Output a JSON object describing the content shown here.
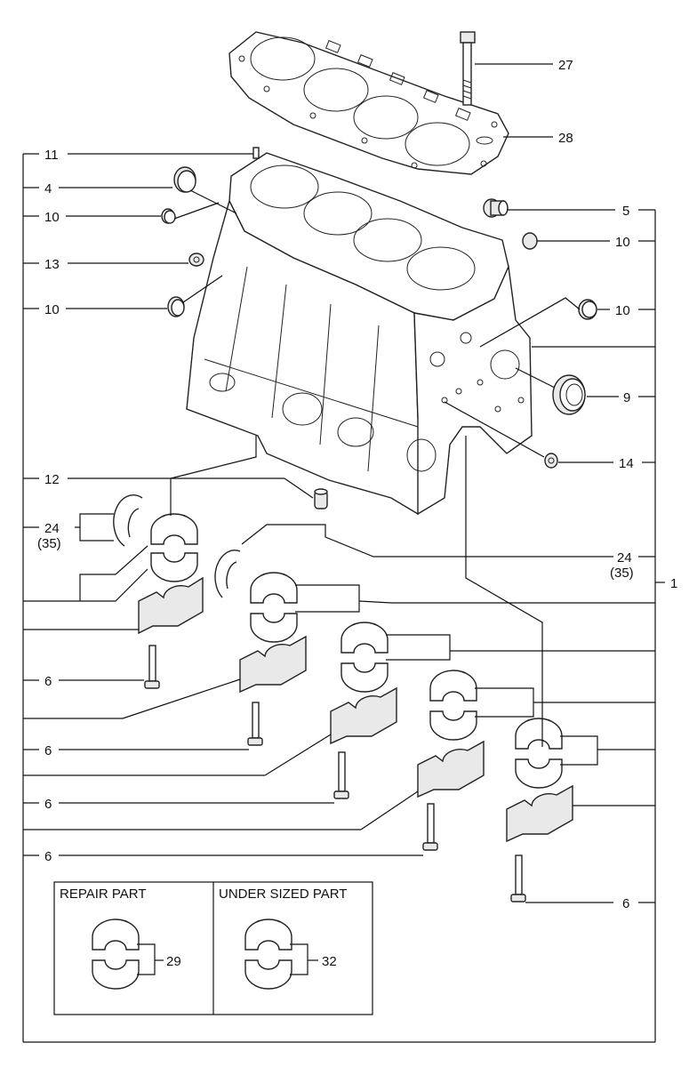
{
  "callouts": {
    "c27": "27",
    "c28": "28",
    "c11": "11",
    "c4": "4",
    "c10a": "10",
    "c13": "13",
    "c10b": "10",
    "c5": "5",
    "c10c": "10",
    "c10d": "10",
    "c9": "9",
    "c14": "14",
    "c12": "12",
    "c24a": "24",
    "c35a": "(35)",
    "c24b": "24",
    "c35b": "(35)",
    "c1": "1",
    "c6a": "6",
    "c6b": "6",
    "c6c": "6",
    "c6d": "6",
    "c6e": "6",
    "c29": "29",
    "c32": "32"
  },
  "inset": {
    "repair_title": "REPAIR PART",
    "undersized_title": "UNDER SIZED PART"
  }
}
